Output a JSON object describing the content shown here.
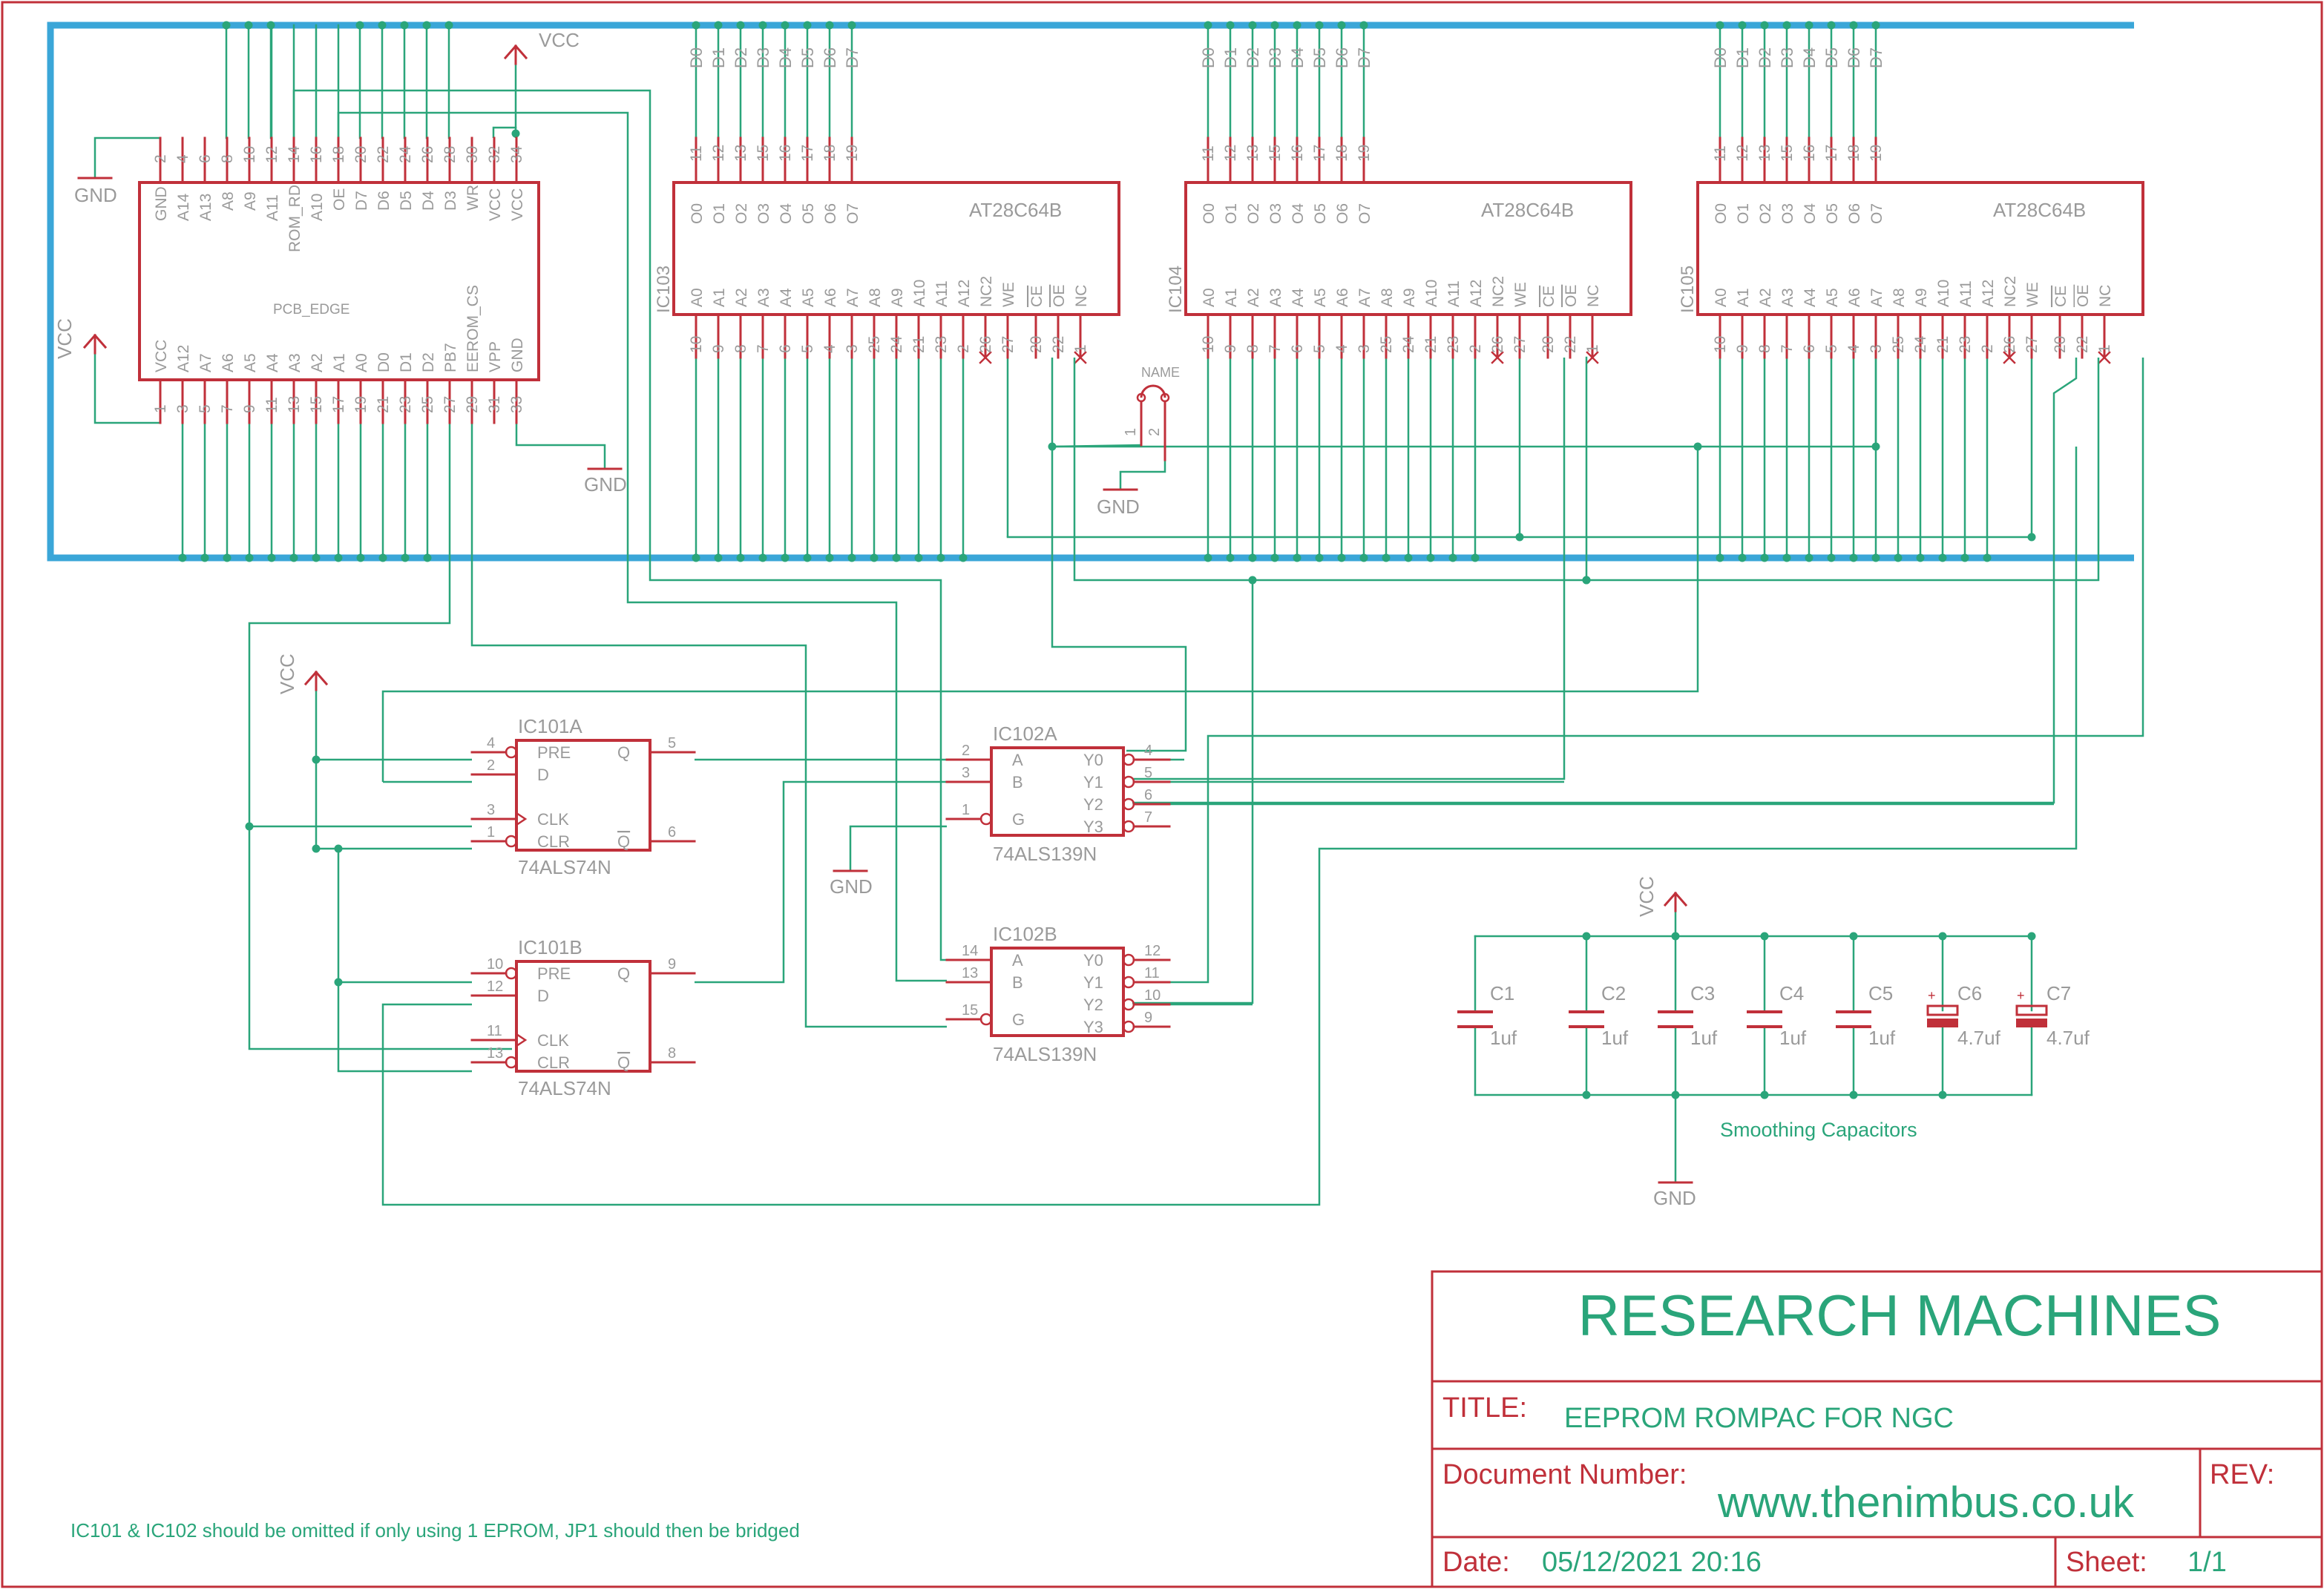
{
  "pcb_edge": {
    "name": "PCB_EDGE",
    "top_pins": [
      {
        "num": "2",
        "label": "GND"
      },
      {
        "num": "4",
        "label": "A14"
      },
      {
        "num": "6",
        "label": "A13"
      },
      {
        "num": "8",
        "label": "A8"
      },
      {
        "num": "10",
        "label": "A9"
      },
      {
        "num": "12",
        "label": "A11"
      },
      {
        "num": "14",
        "label": "ROM_RD"
      },
      {
        "num": "16",
        "label": "A10"
      },
      {
        "num": "18",
        "label": "OE"
      },
      {
        "num": "20",
        "label": "D7"
      },
      {
        "num": "22",
        "label": "D6"
      },
      {
        "num": "24",
        "label": "D5"
      },
      {
        "num": "26",
        "label": "D4"
      },
      {
        "num": "28",
        "label": "D3"
      },
      {
        "num": "30",
        "label": "WR"
      },
      {
        "num": "32",
        "label": "VCC"
      },
      {
        "num": "34",
        "label": "VCC"
      }
    ],
    "bottom_pins": [
      {
        "num": "1",
        "label": "VCC"
      },
      {
        "num": "3",
        "label": "A12"
      },
      {
        "num": "5",
        "label": "A7"
      },
      {
        "num": "7",
        "label": "A6"
      },
      {
        "num": "9",
        "label": "A5"
      },
      {
        "num": "11",
        "label": "A4"
      },
      {
        "num": "13",
        "label": "A3"
      },
      {
        "num": "15",
        "label": "A2"
      },
      {
        "num": "17",
        "label": "A1"
      },
      {
        "num": "19",
        "label": "A0"
      },
      {
        "num": "21",
        "label": "D0"
      },
      {
        "num": "23",
        "label": "D1"
      },
      {
        "num": "25",
        "label": "D2"
      },
      {
        "num": "27",
        "label": "PB7"
      },
      {
        "num": "29",
        "label": "EEROM_CS"
      },
      {
        "num": "31",
        "label": "VPP"
      },
      {
        "num": "33",
        "label": "GND"
      }
    ]
  },
  "eeprom": {
    "part": "AT28C64B",
    "instances": [
      "IC103",
      "IC104",
      "IC105"
    ],
    "data_labels": [
      "D0",
      "D1",
      "D2",
      "D3",
      "D4",
      "D5",
      "D6",
      "D7"
    ],
    "top_pins": [
      {
        "num": "11",
        "label": "O0"
      },
      {
        "num": "12",
        "label": "O1"
      },
      {
        "num": "13",
        "label": "O2"
      },
      {
        "num": "15",
        "label": "O3"
      },
      {
        "num": "16",
        "label": "O4"
      },
      {
        "num": "17",
        "label": "O5"
      },
      {
        "num": "18",
        "label": "O6"
      },
      {
        "num": "19",
        "label": "O7"
      }
    ],
    "bottom_pins": [
      {
        "num": "10",
        "label": "A0"
      },
      {
        "num": "9",
        "label": "A1"
      },
      {
        "num": "8",
        "label": "A2"
      },
      {
        "num": "7",
        "label": "A3"
      },
      {
        "num": "6",
        "label": "A4"
      },
      {
        "num": "5",
        "label": "A5"
      },
      {
        "num": "4",
        "label": "A6"
      },
      {
        "num": "3",
        "label": "A7"
      },
      {
        "num": "25",
        "label": "A8"
      },
      {
        "num": "24",
        "label": "A9"
      },
      {
        "num": "21",
        "label": "A10"
      },
      {
        "num": "23",
        "label": "A11"
      },
      {
        "num": "2",
        "label": "A12"
      },
      {
        "num": "26",
        "label": "NC2"
      },
      {
        "num": "27",
        "label": "WE"
      },
      {
        "num": "20",
        "label": "CE"
      },
      {
        "num": "22",
        "label": "OE"
      },
      {
        "num": "1",
        "label": "NC"
      }
    ]
  },
  "ic101a": {
    "name": "IC101A",
    "part": "74ALS74N",
    "pins": [
      {
        "num": "4",
        "label": "PRE"
      },
      {
        "num": "2",
        "label": "D"
      },
      {
        "num": "3",
        "label": "CLK"
      },
      {
        "num": "1",
        "label": "CLR"
      },
      {
        "num": "5",
        "label": "Q"
      },
      {
        "num": "6",
        "label": "Q"
      }
    ]
  },
  "ic101b": {
    "name": "IC101B",
    "part": "74ALS74N",
    "pins": [
      {
        "num": "10",
        "label": "PRE"
      },
      {
        "num": "12",
        "label": "D"
      },
      {
        "num": "11",
        "label": "CLK"
      },
      {
        "num": "13",
        "label": "CLR"
      },
      {
        "num": "9",
        "label": "Q"
      },
      {
        "num": "8",
        "label": "Q"
      }
    ]
  },
  "ic102a": {
    "name": "IC102A",
    "part": "74ALS139N",
    "pins": [
      {
        "num": "2",
        "label": "A"
      },
      {
        "num": "3",
        "label": "B"
      },
      {
        "num": "1",
        "label": "G"
      },
      {
        "num": "4",
        "label": "Y0"
      },
      {
        "num": "5",
        "label": "Y1"
      },
      {
        "num": "6",
        "label": "Y2"
      },
      {
        "num": "7",
        "label": "Y3"
      }
    ]
  },
  "ic102b": {
    "name": "IC102B",
    "part": "74ALS139N",
    "pins": [
      {
        "num": "14",
        "label": "A"
      },
      {
        "num": "13",
        "label": "B"
      },
      {
        "num": "15",
        "label": "G"
      },
      {
        "num": "12",
        "label": "Y0"
      },
      {
        "num": "11",
        "label": "Y1"
      },
      {
        "num": "10",
        "label": "Y2"
      },
      {
        "num": "9",
        "label": "Y3"
      }
    ]
  },
  "jumper": {
    "name": "NAME",
    "pin1": "1",
    "pin2": "2"
  },
  "power": {
    "vcc": "VCC",
    "gnd": "GND"
  },
  "capacitors": {
    "items": [
      {
        "name": "C1",
        "value": "1uf",
        "polarized": false
      },
      {
        "name": "C2",
        "value": "1uf",
        "polarized": false
      },
      {
        "name": "C3",
        "value": "1uf",
        "polarized": false
      },
      {
        "name": "C4",
        "value": "1uf",
        "polarized": false
      },
      {
        "name": "C5",
        "value": "1uf",
        "polarized": false
      },
      {
        "name": "C6",
        "value": "4.7uf",
        "polarized": true
      },
      {
        "name": "C7",
        "value": "4.7uf",
        "polarized": true
      }
    ],
    "caption": "Smoothing Capacitors"
  },
  "note": "IC101 & IC102 should be omitted if only using 1 EPROM, JP1 should then be bridged",
  "title_block": {
    "company": "RESEARCH MACHINES",
    "title_label": "TITLE:",
    "title": "EEPROM ROMPAC FOR NGC",
    "doc_label": "Document Number:",
    "doc_number": "www.thenimbus.co.uk",
    "rev_label": "REV:",
    "date_label": "Date:",
    "date": "05/12/2021 20:16",
    "sheet_label": "Sheet:",
    "sheet": "1/1"
  },
  "colors": {
    "symbol": "#c0303a",
    "net": "#2aa57a",
    "bus": "#3aa6d8",
    "pin_text": "#9a9a9a"
  }
}
